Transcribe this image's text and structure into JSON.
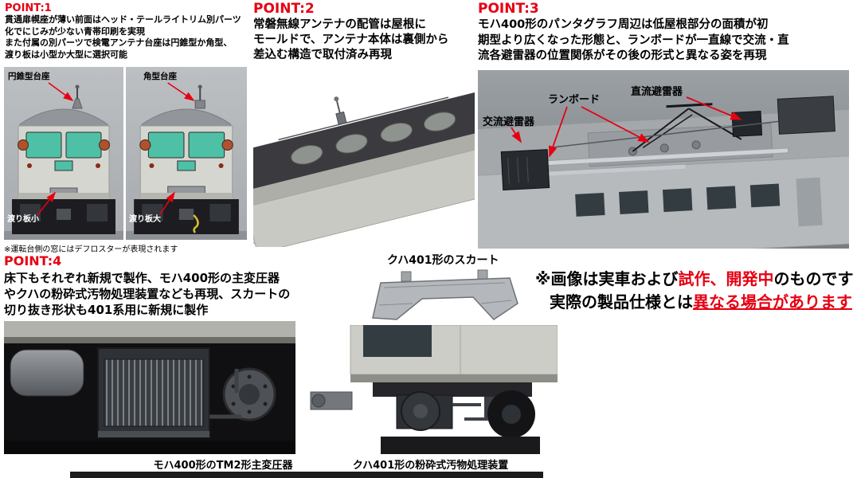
{
  "colors": {
    "accent_red": "#e60012",
    "render_bg": "#b2b6ba",
    "dark_underframe": "#1d1d21"
  },
  "point1": {
    "title": "POINT:1",
    "lines": [
      "貫通扉幌座が薄い前面はヘッド・テールライトリム別パーツ",
      "化でにじみが少ない青帯印刷を実現",
      "また付属の別パーツで検電アンテナ台座は円錐型か角型、",
      "渡り板は小型か大型に選択可能"
    ],
    "label_cone_base": "円錐型台座",
    "label_square_base": "角型台座",
    "label_plate_small": "渡り板小",
    "label_plate_large": "渡り板大",
    "note": "※運転台側の窓にはデフロスターが表現されます"
  },
  "point2": {
    "title": "POINT:2",
    "lines": [
      "常磐無線アンテナの配管は屋根に",
      "モールドで、アンテナ本体は裏側から",
      "差込む構造で取付済み再現"
    ]
  },
  "point3": {
    "title": "POINT:3",
    "lines": [
      "モハ400形のパンタグラフ周辺は低屋根部分の面積が初",
      "期型より広くなった形態と、ランボードが一直線で交流・直",
      "流各避雷器の位置関係がその後の形式と異なる姿を再現"
    ],
    "label_ac_arrester": "交流避雷器",
    "label_running_board": "ランボード",
    "label_dc_arrester": "直流避雷器"
  },
  "point4": {
    "title": "POINT:4",
    "lines": [
      "床下もそれぞれ新規で製作、モハ400形の主変圧器",
      "やクハの粉砕式汚物処理装置なども再現、スカートの",
      "切り抜き形状も401系用に新規に製作"
    ],
    "label_skirt": "クハ401形のスカート",
    "caption_transformer": "モハ400形のTM2形主変圧器",
    "caption_waste_device": "クハ401形の粉砕式汚物処理装置"
  },
  "disclaimer": {
    "line1_prefix": "※画像は実車および",
    "line1_red": "試作、開発中",
    "line1_suffix": "のものです",
    "line2_prefix": "実際の製品仕様とは",
    "line2_red_underlined": "異なる場合があります"
  }
}
